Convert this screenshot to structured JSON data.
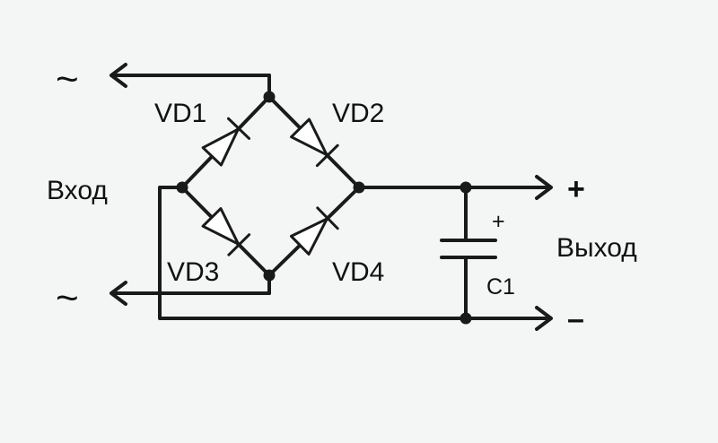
{
  "labels": {
    "input": "Вход",
    "output": "Выход",
    "ac_top": "~",
    "ac_bottom": "~",
    "plus": "+",
    "minus": "–",
    "cap_plus": "+",
    "cap_name": "C1"
  },
  "diodes": [
    "VD1",
    "VD2",
    "VD3",
    "VD4"
  ],
  "colors": {
    "ink": "#1a1a1a",
    "background": "#f4f6f6"
  }
}
